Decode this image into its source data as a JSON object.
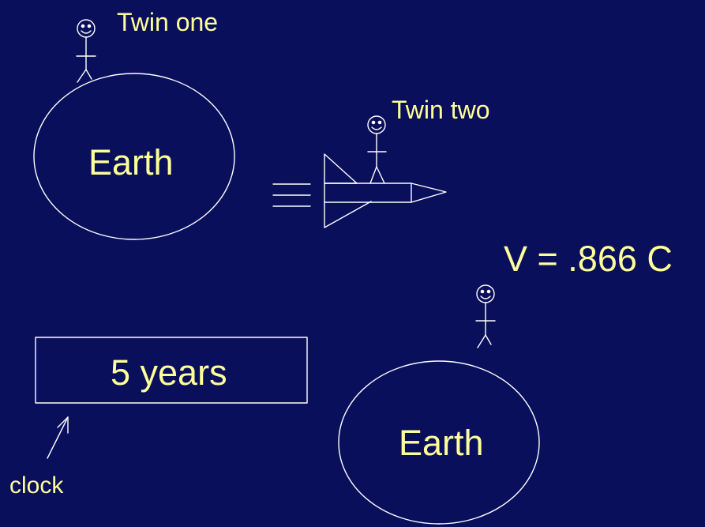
{
  "labels": {
    "twin_one": "Twin one",
    "twin_two": "Twin two",
    "earth_top": "Earth",
    "earth_bottom": "Earth",
    "velocity": "V = .866 C",
    "clock_value": "5 years",
    "clock_label": "clock"
  },
  "colors": {
    "background": "#0a0f5c",
    "text": "#ffff99",
    "lines": "#ffffff"
  }
}
